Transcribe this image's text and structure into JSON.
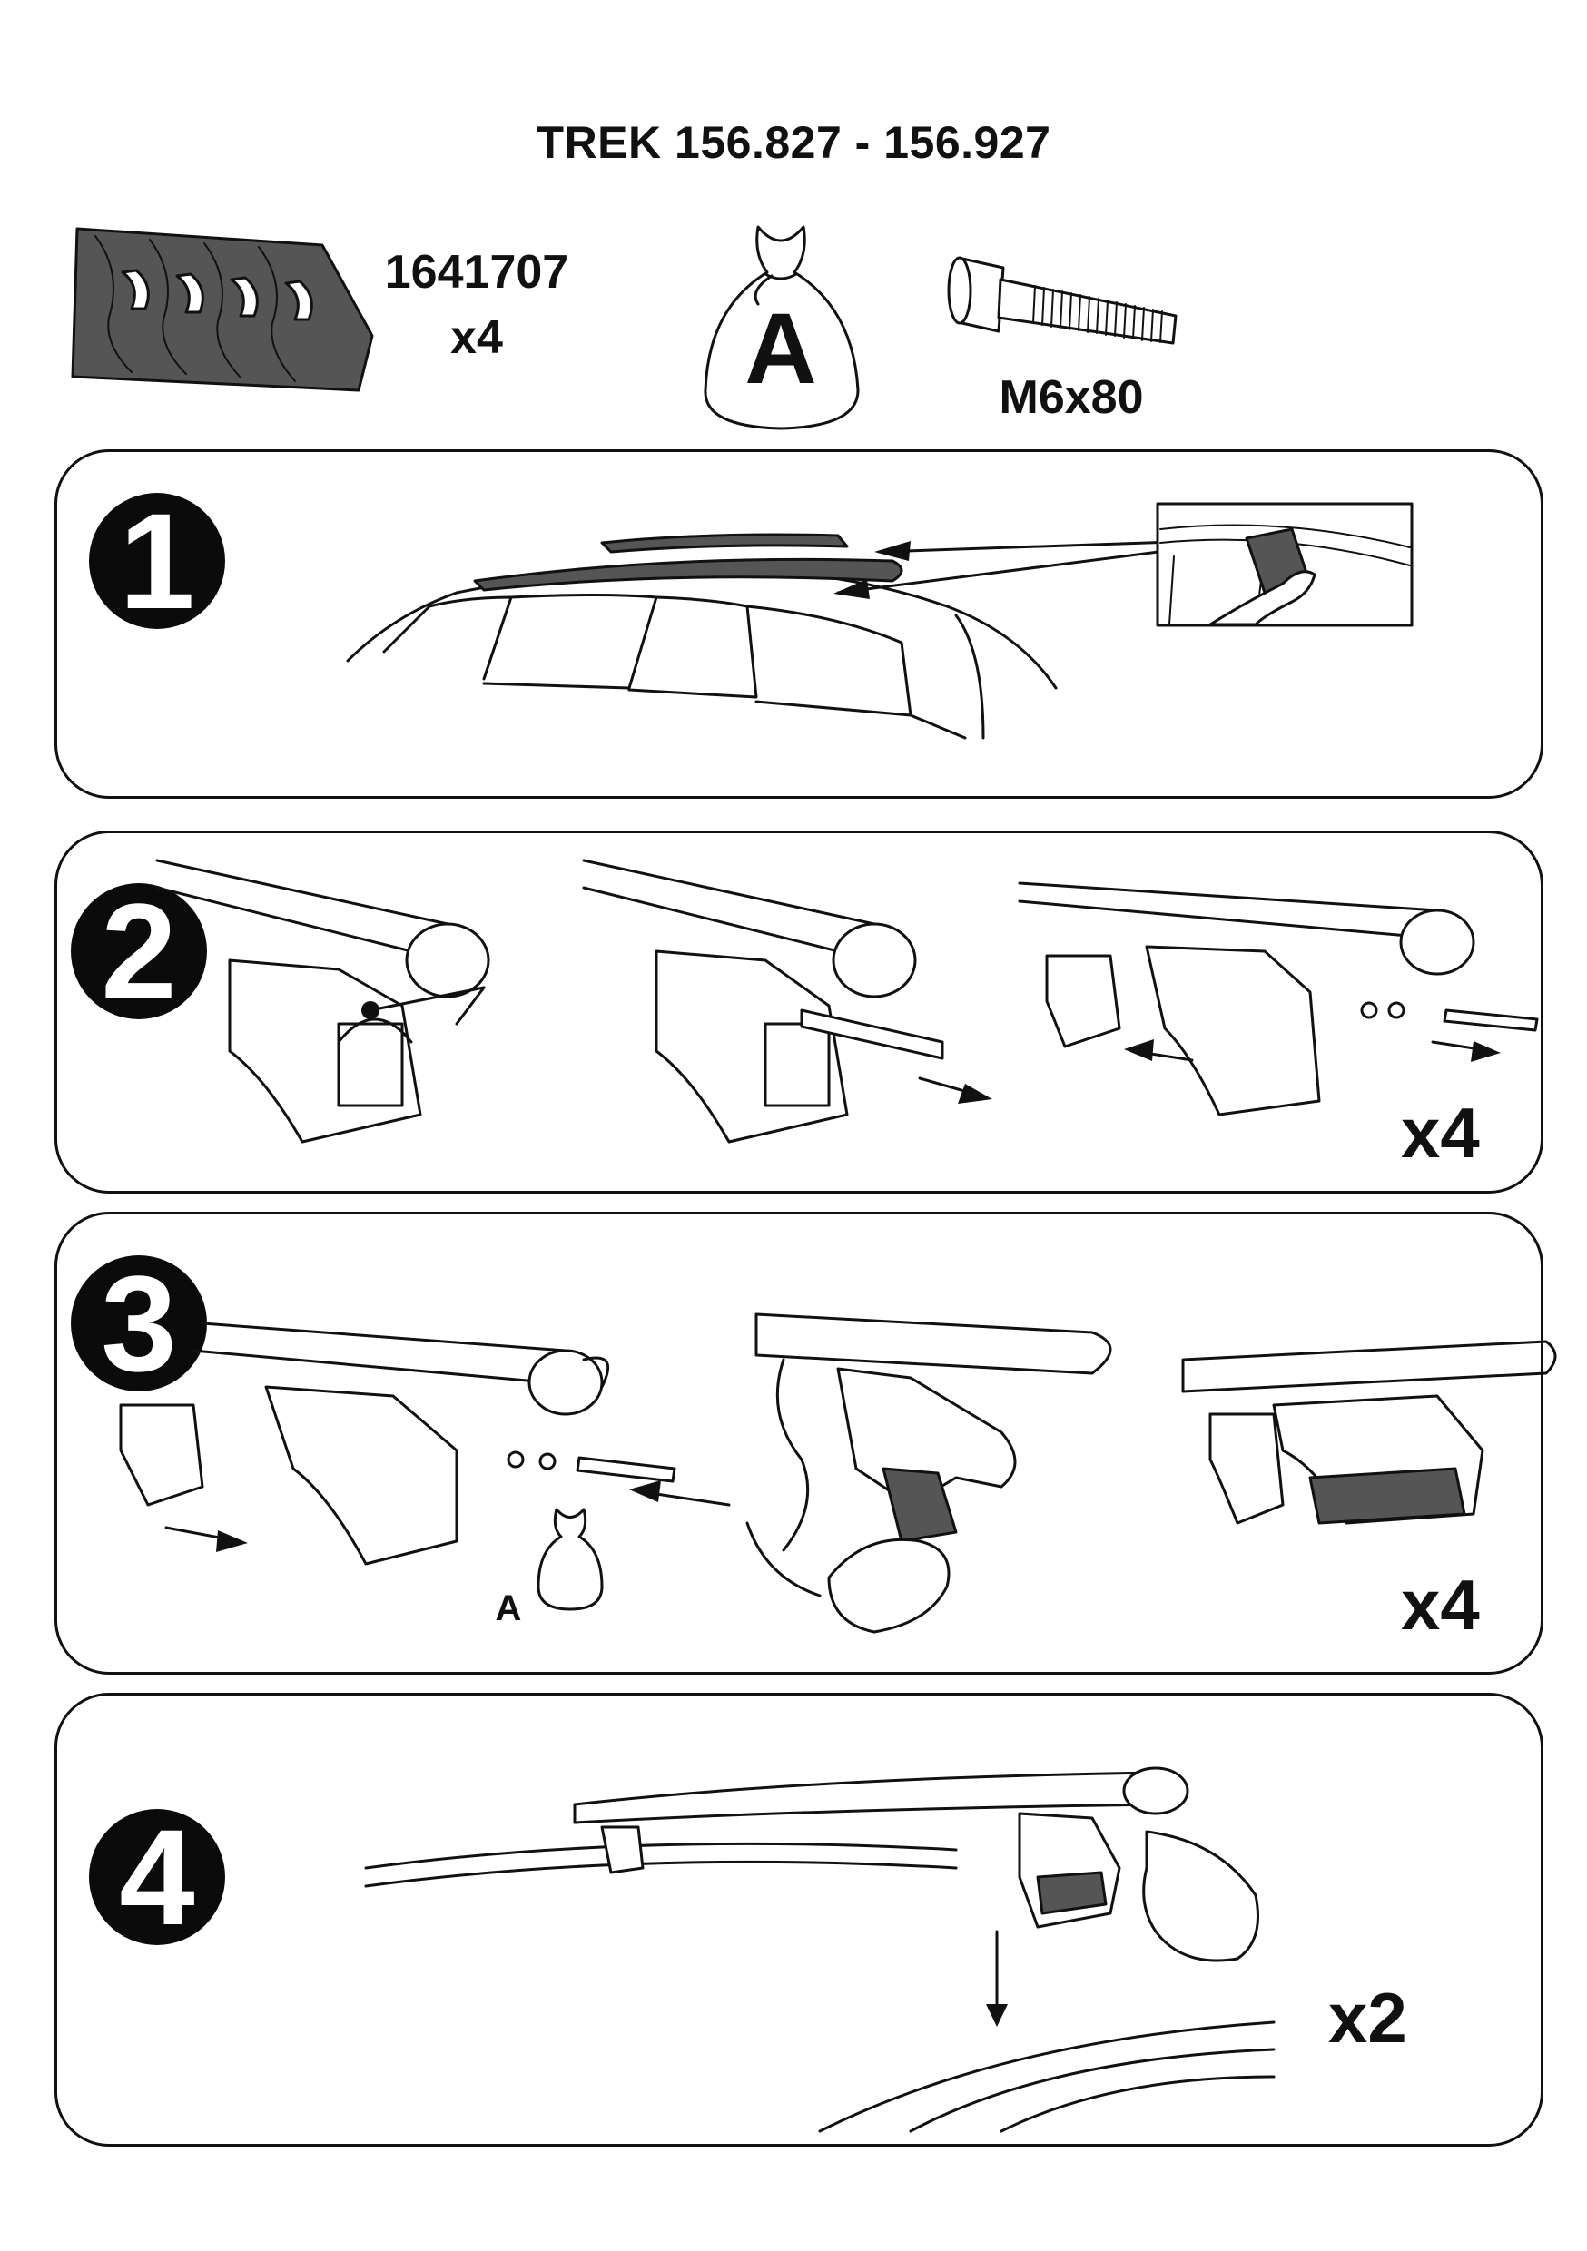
{
  "title": "TREK 156.827 - 156.927",
  "parts": {
    "pad": {
      "code": "1641707",
      "qty": "x4"
    },
    "bag": {
      "letter": "A"
    },
    "bolt": {
      "size": "M6x80"
    }
  },
  "steps": [
    {
      "number": "1",
      "multiplier": ""
    },
    {
      "number": "2",
      "multiplier": "x4"
    },
    {
      "number": "3",
      "multiplier": "x4",
      "bag_letter": "A"
    },
    {
      "number": "4",
      "multiplier": "x2"
    }
  ]
}
